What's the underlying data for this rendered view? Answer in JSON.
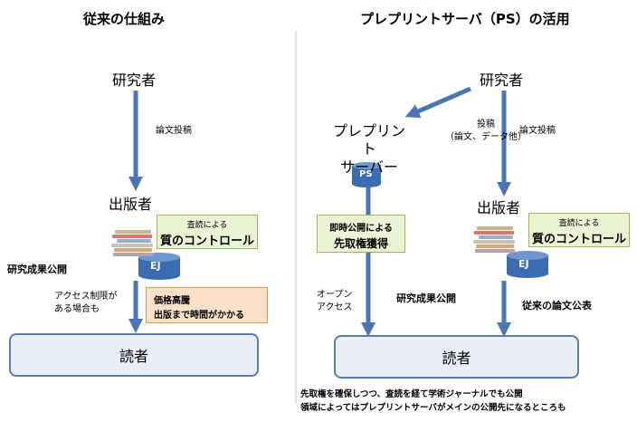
{
  "left": {
    "title": "従来の仕組み",
    "researcher": "研究者",
    "submit_label": "論文投稿",
    "publisher": "出版者",
    "quality_small": "査読による",
    "quality_big": "質のコントロール",
    "ej": "EJ",
    "publish_label": "研究成果公開",
    "access_note_1": "アクセス制限が",
    "access_note_2": "ある場合も",
    "cost_1": "価格高騰",
    "cost_2": "出版まで時間がかかる",
    "reader": "読者"
  },
  "right": {
    "title": "プレプリントサーバ（PS）の活用",
    "researcher": "研究者",
    "post_label_1": "投稿",
    "post_label_2": "（論文、データ他）",
    "ps_name_1": "プレプリント",
    "ps_name_2": "サーバー",
    "ps": "PS",
    "priority_1": "即時公開による",
    "priority_2": "先取権獲得",
    "open_access_1": "オープン",
    "open_access_2": "アクセス",
    "publish_label": "研究成果公開",
    "submit_label": "論文投稿",
    "publisher": "出版者",
    "quality_small": "査読による",
    "quality_big": "質のコントロール",
    "ej": "EJ",
    "traditional_label": "従来の論文公表",
    "reader": "読者",
    "footer_1": "先取権を確保しつつ、査読を経て学術ジャーナルでも公開",
    "footer_2": "領域によってはプレプリントサーバがメインの公開先になるところも"
  },
  "colors": {
    "arrow": "#4a76b6",
    "cylinder": "#3a6cb2",
    "green": "#eaf3d3",
    "orange": "#fbe0c8",
    "reader_fill": "#e9eef7"
  }
}
